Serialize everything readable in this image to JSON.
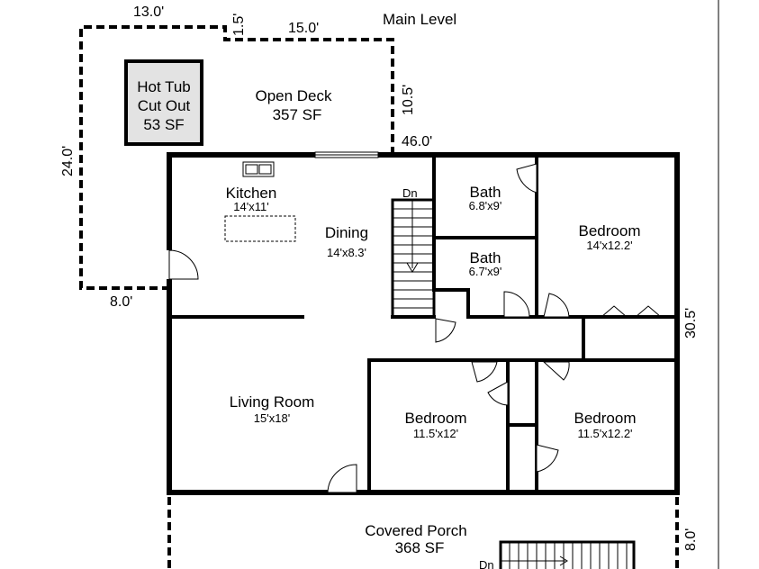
{
  "title": "Main Level",
  "dimensions": {
    "top_left": "13.0'",
    "notch": "1.5'",
    "top_right": "15.0'",
    "deck_right": "10.5'",
    "deck_left": "24.0'",
    "house_top": "46.0'",
    "deck_bottom": "8.0'",
    "house_right": "30.5'",
    "porch_right": "8.0'"
  },
  "rooms": {
    "hot_tub": {
      "line1": "Hot Tub",
      "line2": "Cut Out",
      "area": "53 SF"
    },
    "open_deck": {
      "name": "Open Deck",
      "area": "357 SF"
    },
    "kitchen": {
      "name": "Kitchen",
      "size": "14'x11'"
    },
    "dining": {
      "name": "Dining",
      "size": "14'x8.3'"
    },
    "bath1": {
      "name": "Bath",
      "size": "6.8'x9'"
    },
    "bath2": {
      "name": "Bath",
      "size": "6.7'x9'"
    },
    "bedroom1": {
      "name": "Bedroom",
      "size": "14'x12.2'"
    },
    "living_room": {
      "name": "Living Room",
      "size": "15'x18'"
    },
    "bedroom2": {
      "name": "Bedroom",
      "size": "11.5'x12'"
    },
    "bedroom3": {
      "name": "Bedroom",
      "size": "11.5'x12.2'"
    },
    "covered_porch": {
      "name": "Covered Porch",
      "area": "368 SF"
    }
  },
  "stairs": {
    "main": "Dn",
    "porch": "Dn"
  }
}
